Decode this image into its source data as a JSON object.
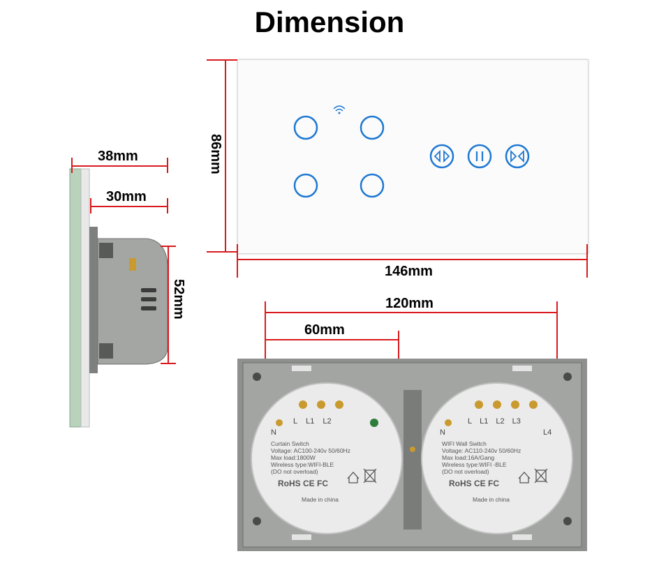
{
  "title": "Dimension",
  "dimensions": {
    "depth_total": "38mm",
    "depth_box": "30mm",
    "box_height": "52mm",
    "panel_height": "86mm",
    "panel_width": "146mm",
    "mount_spacing": "120mm",
    "half_spacing": "60mm"
  },
  "module_left": {
    "terminals": [
      "L",
      "L1",
      "L2"
    ],
    "neutral": "N",
    "name": "Curtain Switch",
    "voltage": "Voltage: AC100-240v 50/60Hz",
    "max_load": "Max load:1800W",
    "wireless": "Wireless type:WIFI-BLE",
    "warning": "(DO not overload)",
    "marks": "RoHS CE FC",
    "made_in": "Made in china"
  },
  "module_right": {
    "terminals": [
      "L",
      "L1",
      "L2",
      "L3"
    ],
    "extra_terminal": "L4",
    "neutral": "N",
    "name": "WIFI Wall Switch",
    "voltage": "Voltage: AC110-240v 50/60Hz",
    "max_load": "Max load:16A/Gang",
    "wireless": "Wireless type:WIFI -BLE",
    "warning": "(DO not overload)",
    "marks": "RoHS CE FC",
    "made_in": "Made in china"
  },
  "colors": {
    "dimension_line": "#d9191c",
    "touch_button": "#1e78d2",
    "housing": "#9a9c9a"
  }
}
